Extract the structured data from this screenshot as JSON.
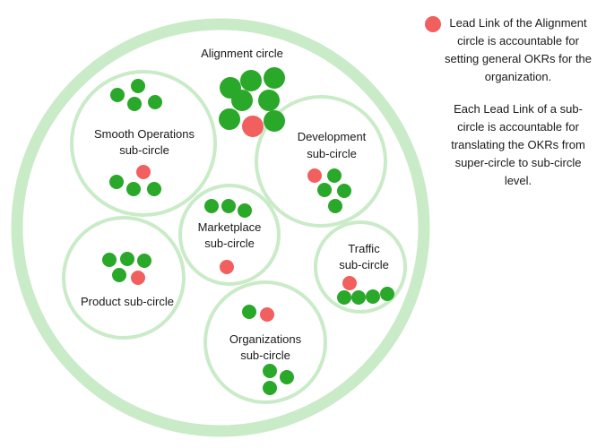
{
  "circles": {
    "alignment": "Alignment circle",
    "smooth_operations": [
      "Smooth Operations",
      "sub-circle"
    ],
    "development": [
      "Development",
      "sub-circle"
    ],
    "marketplace": [
      "Marketplace",
      "sub-circle"
    ],
    "traffic": [
      "Traffic",
      "sub-circle"
    ],
    "product": "Product sub-circle",
    "organizations": [
      "Organizations",
      "sub-circle"
    ]
  },
  "legend": {
    "lead_link_text": "Lead Link of the Alignment circle is accountable for setting general OKRs for the organization.",
    "sub_circle_text": "Each Lead Link of a sub-circle is accountable for translating the OKRs from super-circle to sub-circle level."
  },
  "colors": {
    "member": "#2aa82a",
    "lead_link": "#f25f5f",
    "circle_outline": "#c9ebc7"
  }
}
